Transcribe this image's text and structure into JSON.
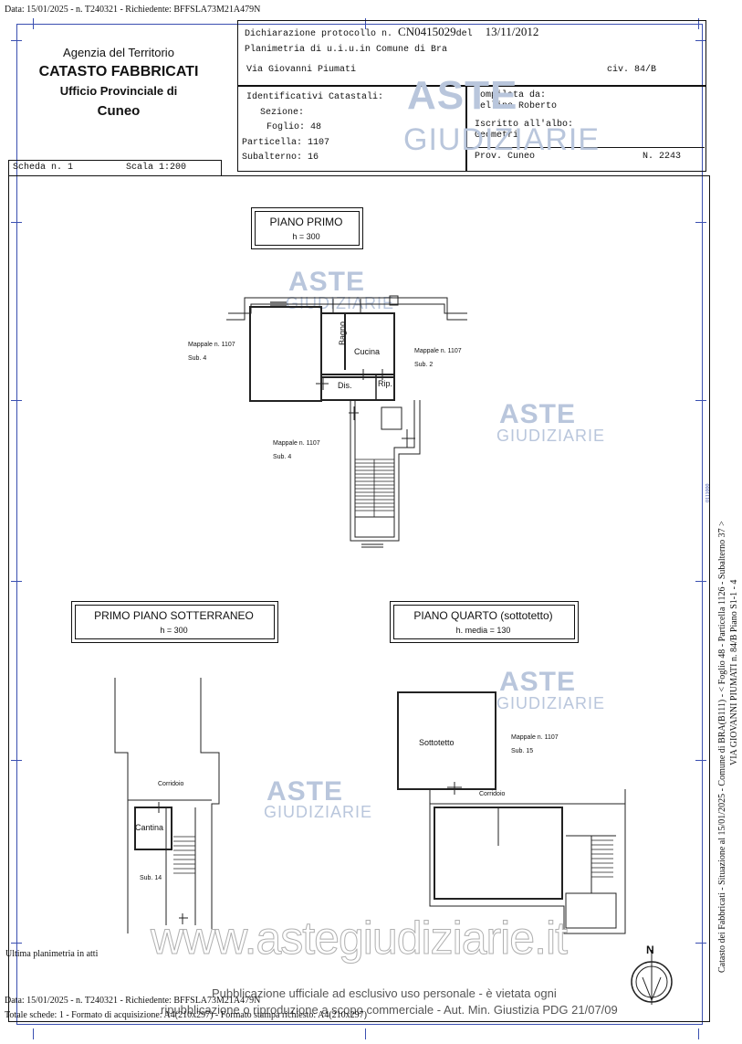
{
  "top_line": "Data: 15/01/2025 - n. T240321 - Richiedente: BFFSLA73M21A479N",
  "header": {
    "agency": "Agenzia del Territorio",
    "catasto": "CATASTO FABBRICATI",
    "ufficio": "Ufficio Provinciale di",
    "city": "Cuneo",
    "protocol_label": "Dichiarazione protocollo n.",
    "protocol_number": "CN0415029",
    "protocol_del": "del",
    "protocol_date": "13/11/2012",
    "planimetria": "Planimetria di u.i.u.in Comune di Bra",
    "via": "Via Giovanni Piumati",
    "civ": "civ. 84/B",
    "identificativi": "Identificativi Catastali:",
    "sezione": "Sezione:",
    "foglio": "Foglio: 48",
    "particella": "Particella: 1107",
    "subalterno": "Subalterno: 16",
    "compilata": "Compilata da:",
    "compilatore": "Mellino Roberto",
    "iscritto": "Iscritto all'albo:",
    "albo": "Geometri",
    "prov": "Prov. Cuneo",
    "num": "N.  2243",
    "scheda": "Scheda n. 1",
    "scala": "Scala 1:200"
  },
  "plans": {
    "primo_title": "PIANO PRIMO",
    "primo_h": "h = 300",
    "sotterraneo_title": "PRIMO PIANO SOTTERRANEO",
    "sotterraneo_h": "h = 300",
    "quarto_title": "PIANO QUARTO (sottotetto)",
    "quarto_h": "h. media = 130",
    "bagno": "Bagno",
    "cucina": "Cucina",
    "dis": "Dis.",
    "rip": "Rip.",
    "mappale_sub4_a_1": "Mappale n. 1107",
    "mappale_sub4_a_2": "Sub. 4",
    "mappale_sub2_1": "Mappale n. 1107",
    "mappale_sub2_2": "Sub. 2",
    "mappale_sub4_b_1": "Mappale n. 1107",
    "mappale_sub4_b_2": "Sub. 4",
    "corridoio_s": "Corridoio",
    "cantina": "Cantina",
    "sub14": "Sub. 14",
    "sottotetto": "Sottotetto",
    "mappale_sub15_1": "Mappale n. 1107",
    "mappale_sub15_2": "Sub. 15",
    "corridoio_q": "Corridoio",
    "north": "N"
  },
  "watermark": {
    "aste": "ASTE",
    "giudiziarie": "GIUDIZIARIE",
    "site": "www.astegiudiziarie.it",
    "pub_line1": "Pubblicazione ufficiale ad esclusivo uso personale - è vietata ogni",
    "pub_line2": "ripubblicazione o riproduzione a scopo commerciale - Aut. Min. Giustizia PDG 21/07/09"
  },
  "side": {
    "line1": "Catasto dei Fabbricati - Situazione al 15/01/2025 - Comune di BRA(B111) - < Foglio 48 - Particella  1126 - Subalterno 37 >",
    "line2": "VIA GIOVANNI PIUMATI n. 84/B Piano S1-1 - 4",
    "stamp": "0111000"
  },
  "footer": {
    "ultima": "Ultima planimetria in atti",
    "data": "Data: 15/01/2025 - n. T240321 - Richiedente: BFFSLA73M21A479N",
    "totale": "Totale schede: 1 - Formato di acquisizione: A4(210x297) - Formato stampa richiesto: A4(210x297)"
  }
}
